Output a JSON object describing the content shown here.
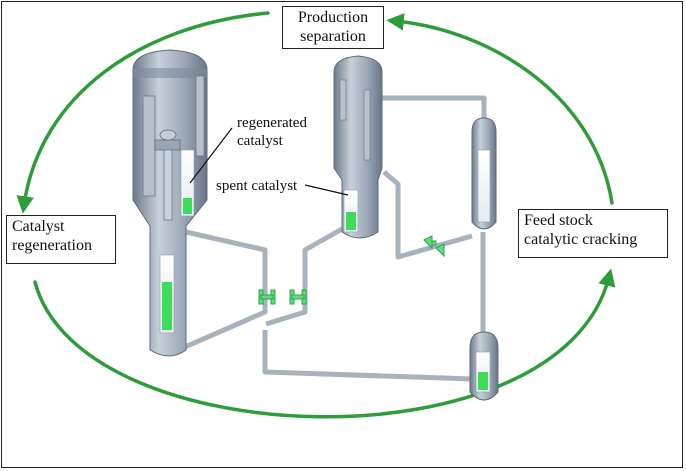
{
  "boxes": {
    "production": [
      "Production",
      "separation"
    ],
    "regeneration": [
      "Catalyst",
      "regeneration"
    ],
    "feedstock": [
      "Feed stock",
      "catalytic cracking"
    ]
  },
  "annotations": {
    "regenerated_catalyst": [
      "regenerated",
      "catalyst"
    ],
    "spent_catalyst": "spent catalyst"
  },
  "colors": {
    "cycle_arrow": "#2e9c3a",
    "vessel": "#8e9bab",
    "vessel_light": "#c5ced9",
    "catalyst": "#3ddc5a",
    "pipe": "#b9c1cc"
  }
}
